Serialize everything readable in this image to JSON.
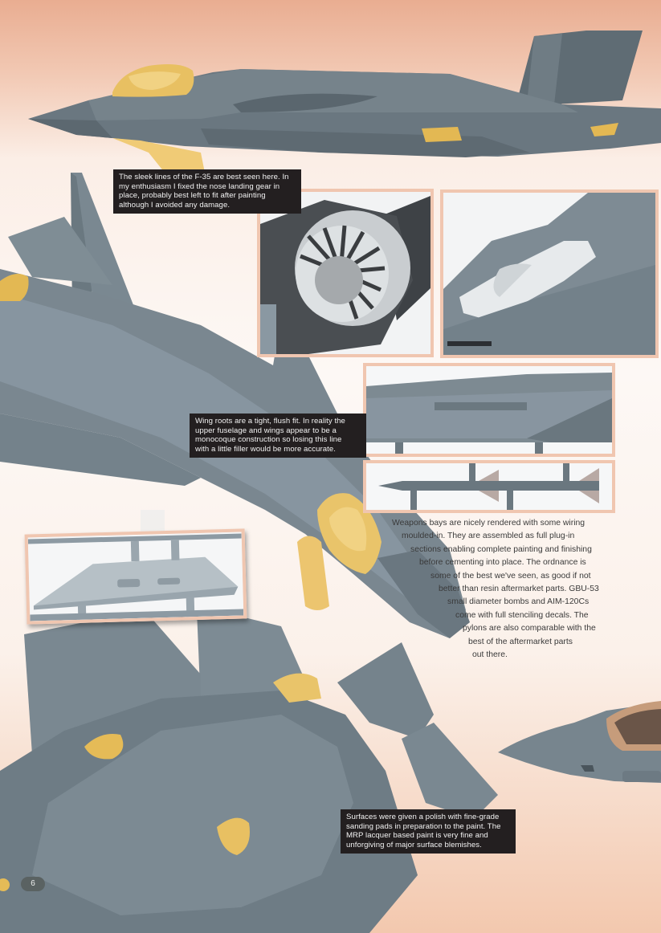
{
  "page": {
    "number": "6",
    "accent_border_color": "#f0c6b0",
    "caption_bg_color": "#231f20",
    "model_grey": "#6b7880",
    "masking_tape": "#e9c46a"
  },
  "captions": {
    "sleek_lines": {
      "lines": [
        "The sleek lines of the F-35 are best seen here. In",
        "my enthusiasm I fixed the nose landing gear in",
        "place, probably best left to fit after painting",
        "although I avoided any damage."
      ]
    },
    "wing_roots": {
      "lines": [
        "Wing roots are a tight, flush fit. In reality the",
        "upper fuselage and wings appear to be a",
        "monocoque construction so losing this line",
        "with a little filler would be more accurate."
      ]
    },
    "surfaces": {
      "lines": [
        "Surfaces were given a polish with fine-grade",
        "sanding pads in preparation to the paint. The",
        "MRP lacquer based paint is very fine and",
        "unforgiving of major surface blemishes."
      ]
    }
  },
  "body_text": {
    "weapons_bays": {
      "lines": [
        "Weapons bays are nicely rendered with some wiring",
        "moulded-in. They are assembled as full plug-in",
        "sections enabling complete painting and finishing",
        "before cementing into place. The ordnance is",
        "some of the best we've seen, as good if not",
        "better than resin aftermarket parts. GBU-53",
        "small diameter bombs and AIM-120Cs",
        "come with full stenciling decals. The",
        "pylons are also comparable with the",
        "best of the aftermarket parts",
        "out there."
      ]
    }
  },
  "photos": [
    {
      "id": "top-side-view",
      "subject": "F-35 model side profile with masked canopy"
    },
    {
      "id": "exhaust-nozzle",
      "subject": "engine exhaust nozzle detail"
    },
    {
      "id": "weapons-bay-interior",
      "subject": "fuselage weapons bay interior"
    },
    {
      "id": "weapons-bay-door",
      "subject": "weapons bay plug-in section"
    },
    {
      "id": "missile",
      "subject": "AIM-120C missile on sprue"
    },
    {
      "id": "pylon",
      "subject": "pylon part on sprue"
    },
    {
      "id": "upper-view",
      "subject": "upper fuselage and wing roots"
    },
    {
      "id": "lower-left-view",
      "subject": "upper surfaces polished"
    },
    {
      "id": "nose-canopy",
      "subject": "nose and canopy close-up"
    }
  ]
}
